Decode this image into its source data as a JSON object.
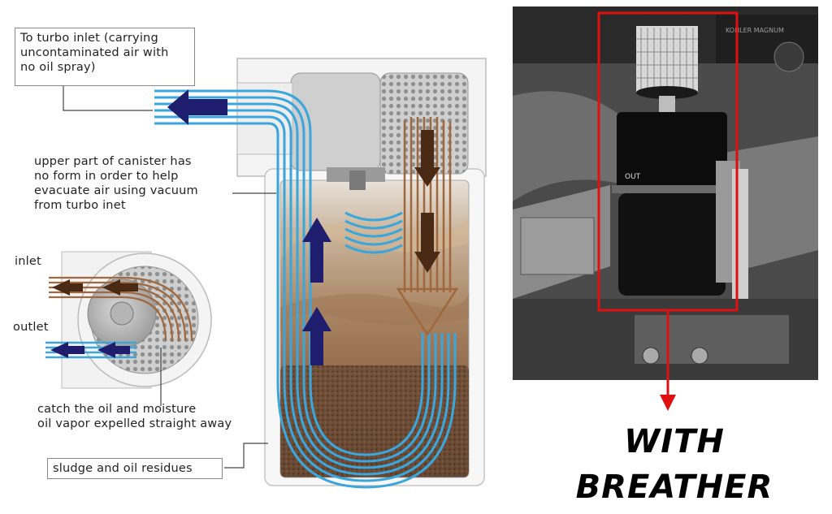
{
  "labels": {
    "turbo_inlet": "To turbo inlet (carrying\nuncontaminated air with\nno oil spray)",
    "upper_part": "upper part of canister has\nno form in order to help\nevacuate air using vacuum\nfrom turbo inet",
    "inlet": "inlet",
    "outlet": "outlet",
    "catch_oil": "catch the oil and moisture\noil vapor expelled straight away",
    "sludge": "sludge and oil residues"
  },
  "photo": {
    "out_marking": "OUT",
    "brand_marking": "KOHLER MAGNUM"
  },
  "caption": {
    "line1": "WITH",
    "line2": "BREATHER"
  },
  "colors": {
    "clean_air": "#3aa6dc",
    "oily_air": "#8a5a32",
    "arrow_blue": "#1f1d6e",
    "arrow_brown": "#4a2a14",
    "highlight_red": "#e01010"
  }
}
